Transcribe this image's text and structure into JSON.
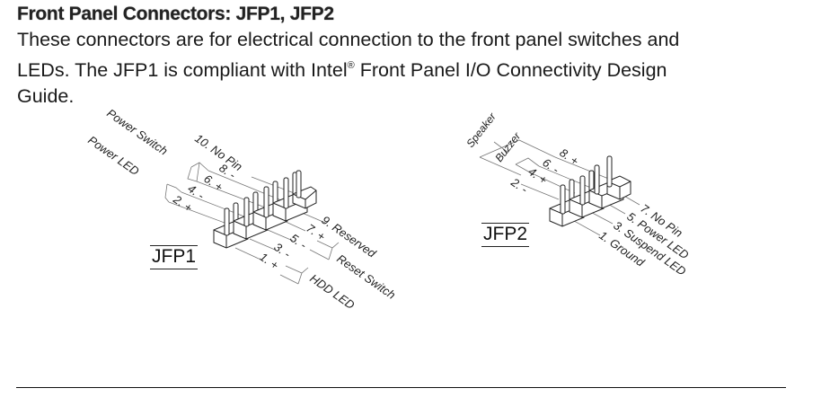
{
  "section": {
    "title": "Front Panel Connectors: JFP1, JFP2",
    "body_line1": "These connectors are for electrical connection to the front panel switches and",
    "body_line2_a": "LEDs. The JFP1 is compliant with Intel",
    "body_line2_sup": "®",
    "body_line2_b": " Front Panel I/O Connectivity Design",
    "body_line3": "Guide."
  },
  "jfp1": {
    "label": "JFP1",
    "groups": {
      "power_switch": "Power Switch",
      "power_led": "Power LED",
      "reset_switch": "Reset Switch",
      "hdd_led": "HDD LED"
    },
    "pins_even": [
      "10. No Pin",
      "8. -",
      "6. +",
      "4. -",
      "2. +"
    ],
    "pins_odd": [
      "9. Reserved",
      "7. +",
      "5. -",
      "3. -",
      "1. +"
    ]
  },
  "jfp2": {
    "label": "JFP2",
    "groups": {
      "speaker": "Speaker",
      "buzzer": "Buzzer"
    },
    "pins_even": [
      "8. +",
      "6. -",
      "4. +",
      "2. -"
    ],
    "pins_odd": [
      "7. No Pin",
      "5. Power LED",
      "3. Suspend LED",
      "1. Ground"
    ]
  }
}
